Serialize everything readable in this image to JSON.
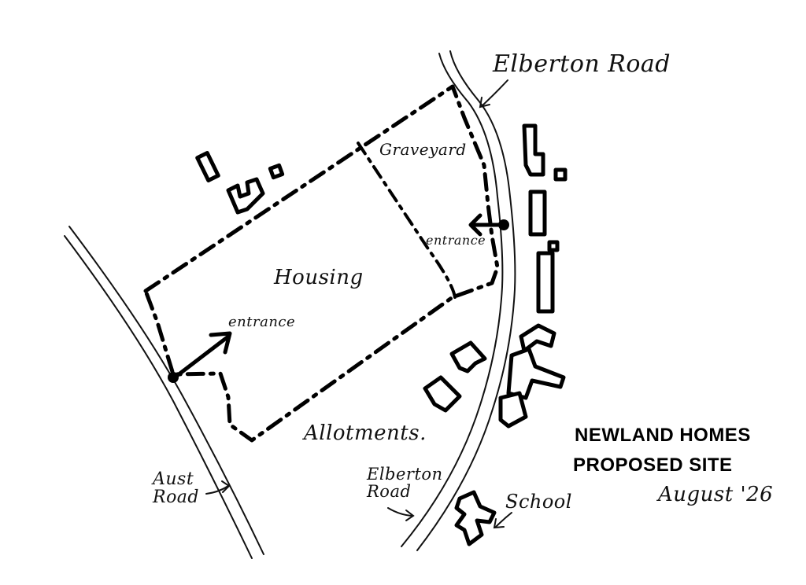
{
  "title": {
    "line1": "NEWLAND HOMES",
    "line2": "PROPOSED SITE",
    "date": "August '26"
  },
  "labels": {
    "elberton_road_top": "Elberton Road",
    "graveyard": "Graveyard",
    "entrance_east": "entrance",
    "housing": "Housing",
    "entrance_west": "entrance",
    "allotments": "Allotments.",
    "aust_road_line1": "Aust",
    "aust_road_line2": "Road",
    "elberton_road_bottom_line1": "Elberton",
    "elberton_road_bottom_line2": "Road",
    "school": "School"
  },
  "colors": {
    "ink": "#111111",
    "paper": "#ffffff"
  }
}
